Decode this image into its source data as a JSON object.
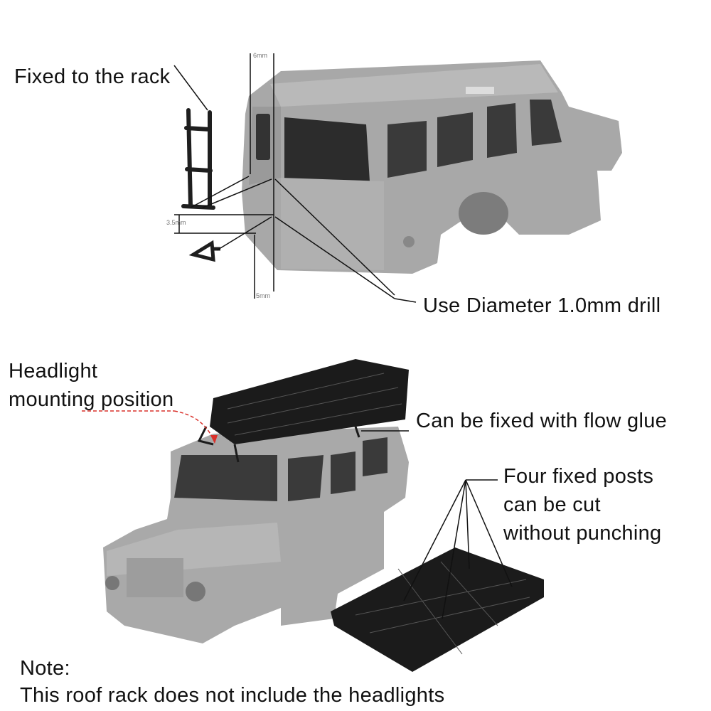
{
  "top_panel": {
    "ladder_label": "Fixed to the rack",
    "drill_label": "Use Diameter 1.0mm drill",
    "dimensions": {
      "top": "6mm",
      "side": "3.5mm",
      "bottom": "5mm"
    }
  },
  "bottom_panel": {
    "headlight_label_line1": "Headlight",
    "headlight_label_line2": "mounting position",
    "glue_label": "Can be fixed with flow glue",
    "posts_label_line1": "Four fixed posts",
    "posts_label_line2": "can be cut",
    "posts_label_line3": "without punching"
  },
  "note": {
    "title": "Note:",
    "text": "This roof rack does not include the headlights"
  },
  "colors": {
    "body": "#a9a9a9",
    "rack": "#1b1b1b",
    "arrow_red": "#d9302a"
  }
}
